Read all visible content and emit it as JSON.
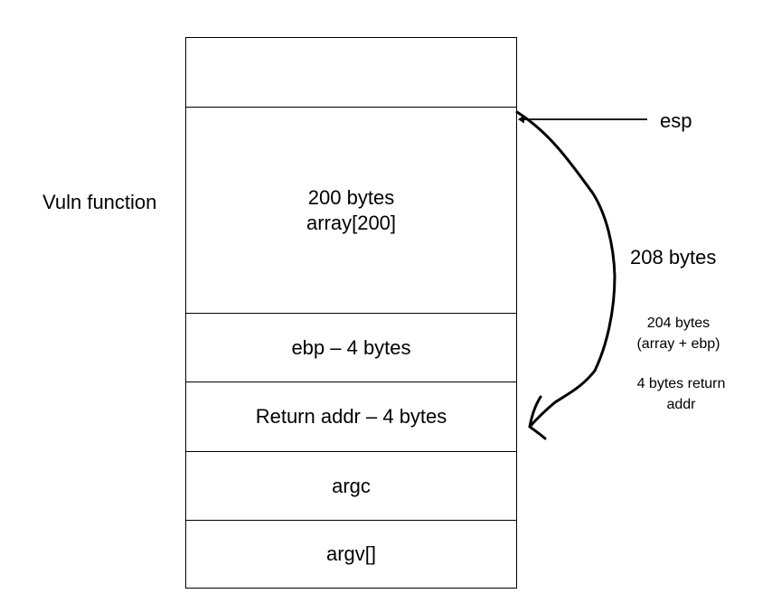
{
  "diagram": {
    "left_label": "Vuln function",
    "esp_label": "esp",
    "total_label": "208 bytes",
    "note_array_ebp": "204 bytes\n(array + ebp)",
    "note_return": "4 bytes return\naddr",
    "stack": [
      {
        "label": ""
      },
      {
        "label": "200 bytes\narray[200]"
      },
      {
        "label": "ebp – 4 bytes"
      },
      {
        "label": "Return addr – 4 bytes"
      },
      {
        "label": "argc"
      },
      {
        "label": "argv[]"
      }
    ]
  }
}
